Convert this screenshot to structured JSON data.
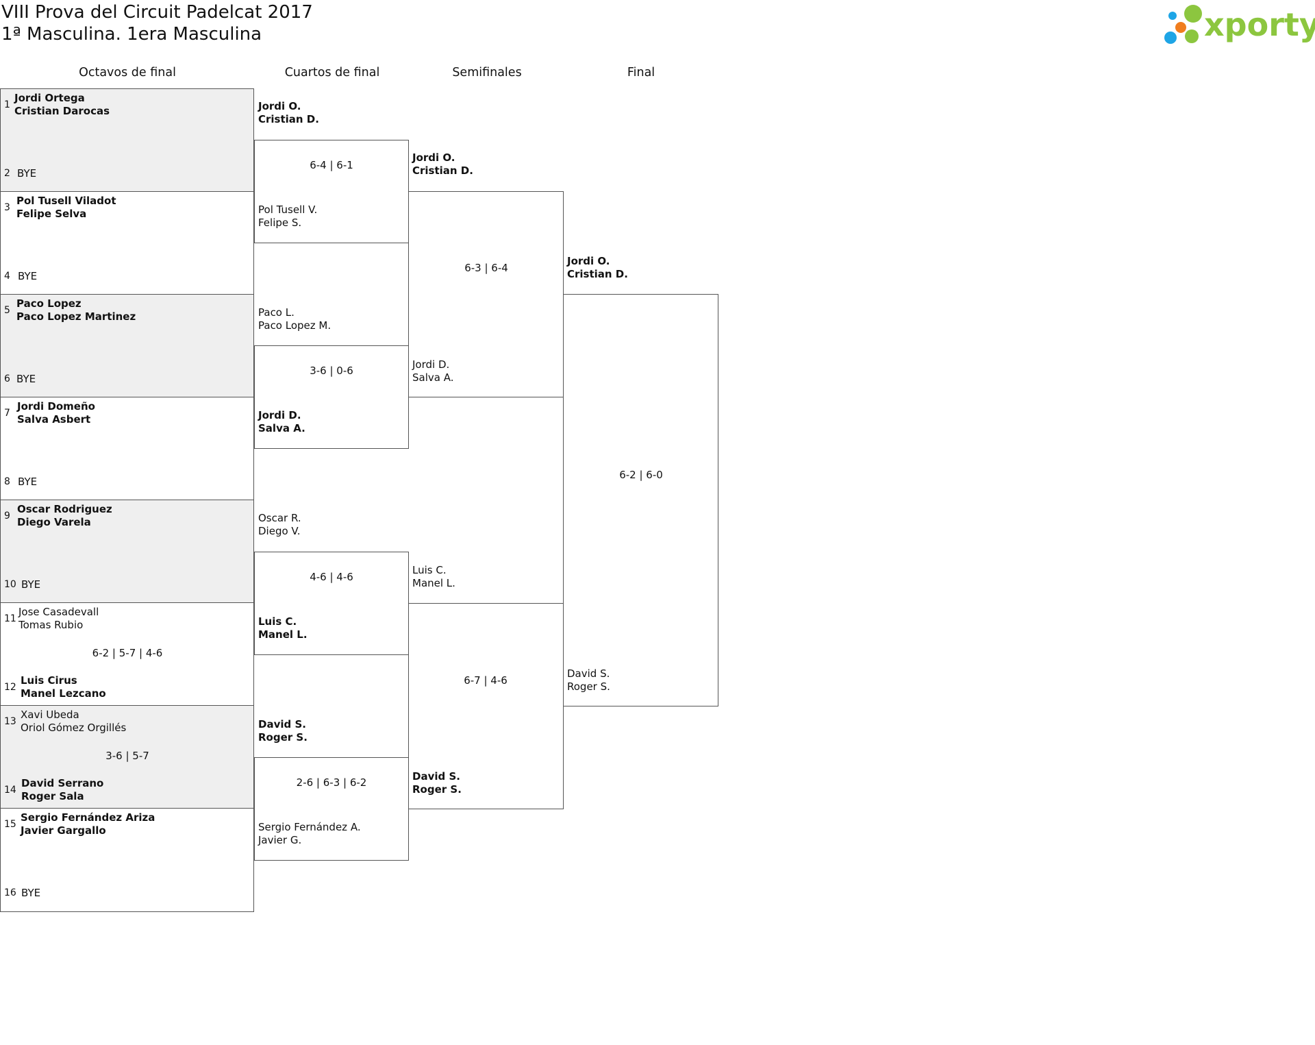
{
  "header": {
    "title": "VIII Prova del Circuit Padelcat 2017",
    "subtitle": "1ª Masculina. 1era Masculina",
    "logo_text": "xporty",
    "logo_colors": [
      "#8cc63f",
      "#1ea5e6",
      "#f07d1e"
    ]
  },
  "rounds": [
    "Octavos de final",
    "Cuartos de final",
    "Semifinales",
    "Final"
  ],
  "r16": [
    {
      "seed": "1",
      "p1": "Jordi Ortega",
      "p2": "Cristian Darocas"
    },
    {
      "seed": "2",
      "p1": "BYE",
      "p2": ""
    },
    {
      "seed": "3",
      "p1": "Pol Tusell Viladot",
      "p2": "Felipe Selva"
    },
    {
      "seed": "4",
      "p1": "BYE",
      "p2": ""
    },
    {
      "seed": "5",
      "p1": "Paco Lopez",
      "p2": "Paco Lopez Martinez"
    },
    {
      "seed": "6",
      "p1": "BYE",
      "p2": ""
    },
    {
      "seed": "7",
      "p1": "Jordi Domeño",
      "p2": "Salva Asbert"
    },
    {
      "seed": "8",
      "p1": "BYE",
      "p2": ""
    },
    {
      "seed": "9",
      "p1": "Oscar Rodriguez",
      "p2": "Diego Varela"
    },
    {
      "seed": "10",
      "p1": "BYE",
      "p2": ""
    },
    {
      "seed": "11",
      "p1": "Jose Casadevall",
      "p2": "Tomas Rubio"
    },
    {
      "seed": "12",
      "p1": "Luis Cirus",
      "p2": "Manel Lezcano"
    },
    {
      "seed": "13",
      "p1": "Xavi Ubeda",
      "p2": "Oriol Gómez Orgillés"
    },
    {
      "seed": "14",
      "p1": "David Serrano",
      "p2": "Roger Sala"
    },
    {
      "seed": "15",
      "p1": "Sergio Fernández Ariza",
      "p2": "Javier Gargallo"
    },
    {
      "seed": "16",
      "p1": "BYE",
      "p2": ""
    }
  ],
  "r16_scores": [
    "",
    "",
    "",
    "",
    "",
    "6-2 | 5-7 | 4-6",
    "3-6 | 5-7",
    ""
  ],
  "qf": [
    {
      "p1": "Jordi O.",
      "p2": "Cristian D."
    },
    {
      "p1": "Pol Tusell V.",
      "p2": "Felipe S."
    },
    {
      "p1": "Paco L.",
      "p2": "Paco Lopez M."
    },
    {
      "p1": "Jordi D.",
      "p2": "Salva A."
    },
    {
      "p1": "Oscar R.",
      "p2": "Diego V."
    },
    {
      "p1": "Luis C.",
      "p2": "Manel L."
    },
    {
      "p1": "David S.",
      "p2": "Roger S."
    },
    {
      "p1": "Sergio Fernández A.",
      "p2": "Javier G."
    }
  ],
  "qf_scores": [
    "6-4 | 6-1",
    "3-6 | 0-6",
    "4-6 | 4-6",
    "2-6 | 6-3 | 6-2"
  ],
  "sf": [
    {
      "p1": "Jordi O.",
      "p2": "Cristian D."
    },
    {
      "p1": "Jordi D.",
      "p2": "Salva A."
    },
    {
      "p1": "Luis C.",
      "p2": "Manel L."
    },
    {
      "p1": "David S.",
      "p2": "Roger S."
    }
  ],
  "sf_scores": [
    "6-3 | 6-4",
    "6-7 | 4-6"
  ],
  "final": [
    {
      "p1": "Jordi O.",
      "p2": "Cristian D."
    },
    {
      "p1": "David S.",
      "p2": "Roger S."
    }
  ],
  "final_score": "6-2 | 6-0"
}
